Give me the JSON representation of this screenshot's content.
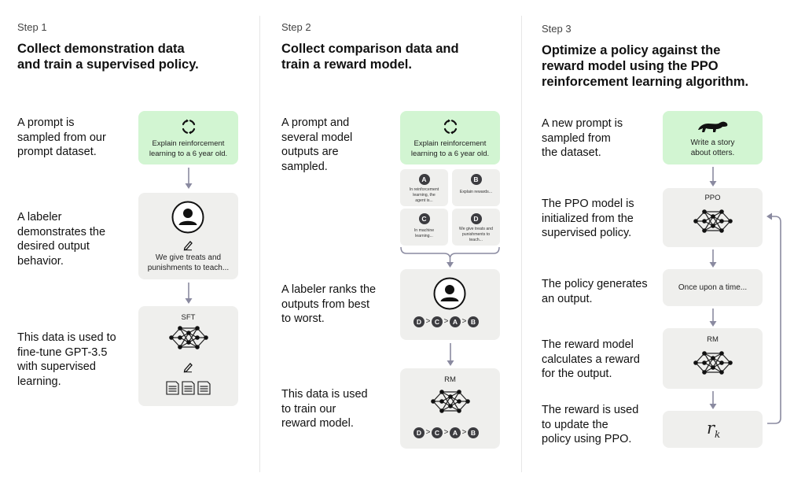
{
  "step1": {
    "label": "Step 1",
    "title_lines": [
      "Collect demonstration data",
      "and train a supervised policy."
    ],
    "desc1": [
      "A prompt is",
      "sampled from our",
      "prompt dataset."
    ],
    "desc2": [
      "A labeler",
      "demonstrates the",
      "desired output",
      "behavior."
    ],
    "desc3": [
      "This data is used to",
      "fine-tune GPT-3.5",
      "with supervised",
      "learning."
    ],
    "prompt_lines": [
      "Explain reinforcement",
      "learning to a 6 year old."
    ],
    "demo_lines": [
      "We give treats and",
      "punishments to teach..."
    ],
    "model_label": "SFT"
  },
  "step2": {
    "label": "Step 2",
    "title_lines": [
      "Collect comparison data and",
      "train a reward model."
    ],
    "desc1": [
      "A prompt and",
      "several model",
      "outputs are",
      "sampled."
    ],
    "desc2": [
      "A labeler ranks the",
      "outputs from best",
      "to worst."
    ],
    "desc3": [
      "This data is used",
      "to train our",
      "reward model."
    ],
    "prompt_lines": [
      "Explain reinforcement",
      "learning to a 6 year old."
    ],
    "outputs": [
      {
        "letter": "A",
        "lines": [
          "In reinforcement",
          "learning, the",
          "agent is..."
        ]
      },
      {
        "letter": "B",
        "lines": [
          "Explain rewards..."
        ]
      },
      {
        "letter": "C",
        "lines": [
          "In machine",
          "learning..."
        ]
      },
      {
        "letter": "D",
        "lines": [
          "We give treats and",
          "punishments to",
          "teach..."
        ]
      }
    ],
    "ranking": [
      "D",
      ">",
      "C",
      ">",
      "A",
      ">",
      "B"
    ],
    "model_label": "RM"
  },
  "step3": {
    "label": "Step 3",
    "title_lines": [
      "Optimize a policy against the",
      "reward model using the PPO",
      "reinforcement learning algorithm."
    ],
    "desc1": [
      "A new prompt is",
      "sampled from",
      "the dataset."
    ],
    "desc2": [
      "The PPO model is",
      "initialized from the",
      "supervised policy."
    ],
    "desc3": [
      "The policy generates",
      "an output."
    ],
    "desc4": [
      "The reward model",
      "calculates a reward",
      "for the output."
    ],
    "desc5": [
      "The reward is used",
      "to update the",
      "policy using PPO."
    ],
    "prompt_lines": [
      "Write a story",
      "about otters."
    ],
    "ppo_label": "PPO",
    "output_text": "Once upon a time...",
    "rm_label": "RM",
    "reward_symbol": "r",
    "reward_sub": "k"
  },
  "colors": {
    "green_box": "#d2f5d2",
    "gray_box": "#efefed",
    "badge": "#3c3c40",
    "arrow": "#8a8aa0"
  },
  "icons": [
    "cycle-icon",
    "person-icon",
    "pencil-icon",
    "neural-network-icon",
    "document-icon",
    "otter-icon"
  ]
}
